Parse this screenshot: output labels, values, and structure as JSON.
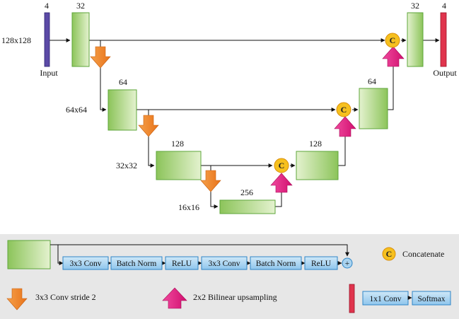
{
  "diagram": {
    "input_channels": "4",
    "output_channels": "4",
    "input_label": "Input",
    "output_label": "Output",
    "levels": [
      {
        "resolution": "128x128",
        "channels": "32"
      },
      {
        "resolution": "64x64",
        "channels": "64"
      },
      {
        "resolution": "32x32",
        "channels": "128"
      },
      {
        "resolution": "16x16",
        "channels": "256"
      }
    ],
    "concat_symbol": "C"
  },
  "legend": {
    "block_ops": [
      "3x3 Conv",
      "Batch Norm",
      "ReLU",
      "3x3 Conv",
      "Batch Norm",
      "ReLU"
    ],
    "add_symbol": "+",
    "concat_label": "Concatenate",
    "down_label": "3x3 Conv stride 2",
    "up_label": "2x2 Bilinear upsampling",
    "output_ops": [
      "1x1 Conv",
      "Softmax"
    ]
  },
  "colors": {
    "input": "#5b4aa6",
    "output": "#e0344d",
    "block_light": "#e4f2cf",
    "block_dark": "#8cc45a",
    "block_border": "#5ea63a",
    "down_arrow": "#ef8a26",
    "up_arrow": "#e5197f",
    "concat_fill": "#f6c01e",
    "op_fill": "#a9d3ef",
    "op_border": "#2f86c7",
    "legend_bg": "#e7e7e7"
  }
}
